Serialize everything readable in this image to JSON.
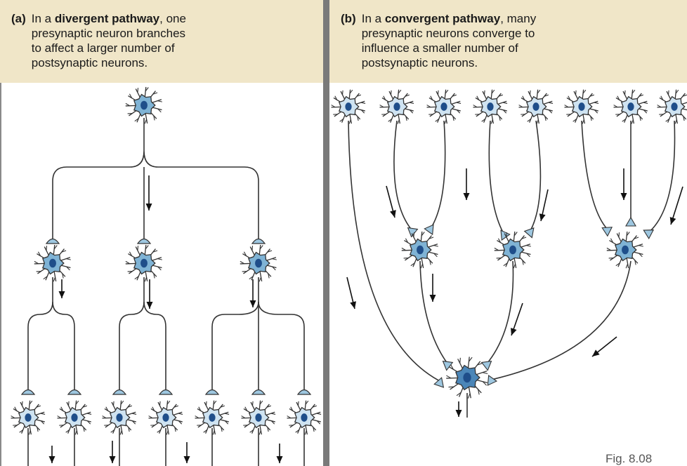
{
  "panel_a": {
    "tag": "(a)",
    "line1_pre": "In a ",
    "line1_bold": "divergent pathway",
    "line1_post": ", one",
    "line2": "presynaptic neuron branches",
    "line3": "to affect a larger number of",
    "line4": "postsynaptic neurons."
  },
  "panel_b": {
    "tag": "(b)",
    "line1_pre": "In a ",
    "line1_bold": "convergent pathway",
    "line1_post": ", many",
    "line2": "presynaptic neurons converge to",
    "line3": "influence a smaller number of",
    "line4": "postsynaptic neurons."
  },
  "figure_label": "Fig. 8.08",
  "colors": {
    "caption_bg": "#f0e6c8",
    "neuron_fill": "#7fb3d5",
    "neuron_nucleus": "#1f4e8a",
    "pale_neuron_fill": "#cfe3f1",
    "terminal_fill": "#9ec7e0",
    "line": "#333333"
  }
}
